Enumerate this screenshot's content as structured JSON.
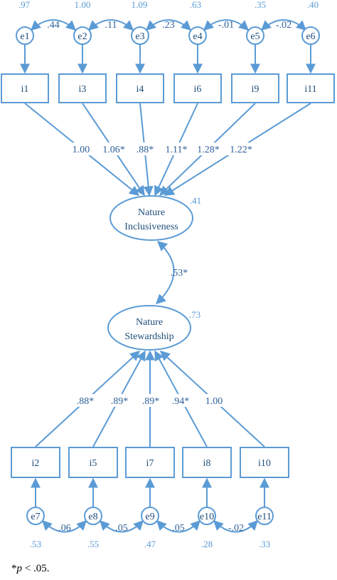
{
  "colors": {
    "line": "#5b9bd5",
    "text_dark": "#1f4e79",
    "coef": "#2e5f99",
    "variance": "#5b9bd5"
  },
  "top_model": {
    "errors": [
      {
        "label": "e1",
        "variance": ".97"
      },
      {
        "label": "e2",
        "variance": "1.00"
      },
      {
        "label": "e3",
        "variance": "1.09"
      },
      {
        "label": "e4",
        "variance": ".63"
      },
      {
        "label": "e5",
        "variance": ".35"
      },
      {
        "label": "e6",
        "variance": ".40"
      }
    ],
    "error_covariances": [
      ".44",
      ".11",
      ".23",
      "-.01",
      "-.02"
    ],
    "items": [
      "i1",
      "i3",
      "i4",
      "i6",
      "i9",
      "i11"
    ],
    "loadings": [
      "1.00",
      "1.06*",
      ".88*",
      "1.11*",
      "1.28*",
      "1.22*"
    ],
    "factor": {
      "line1": "Nature",
      "line2": "Inclusiveness",
      "r2": ".41"
    }
  },
  "factor_correlation": ".53*",
  "bottom_model": {
    "factor": {
      "line1": "Nature",
      "line2": "Stewardship",
      "r2": ".73"
    },
    "loadings": [
      ".88*",
      ".89*",
      ".89*",
      ".94*",
      "1.00"
    ],
    "items": [
      "i2",
      "i5",
      "i7",
      "i8",
      "i10"
    ],
    "errors": [
      {
        "label": "e7",
        "variance": ".53"
      },
      {
        "label": "e8",
        "variance": ".55"
      },
      {
        "label": "e9",
        "variance": ".47"
      },
      {
        "label": "e10",
        "variance": ".28"
      },
      {
        "label": "e11",
        "variance": ".33"
      }
    ],
    "error_covariances": [
      ".06",
      ".05",
      ".05",
      "-.02"
    ]
  },
  "footnote": {
    "prefix": "*",
    "italic": "p",
    "rest": " < .05."
  }
}
